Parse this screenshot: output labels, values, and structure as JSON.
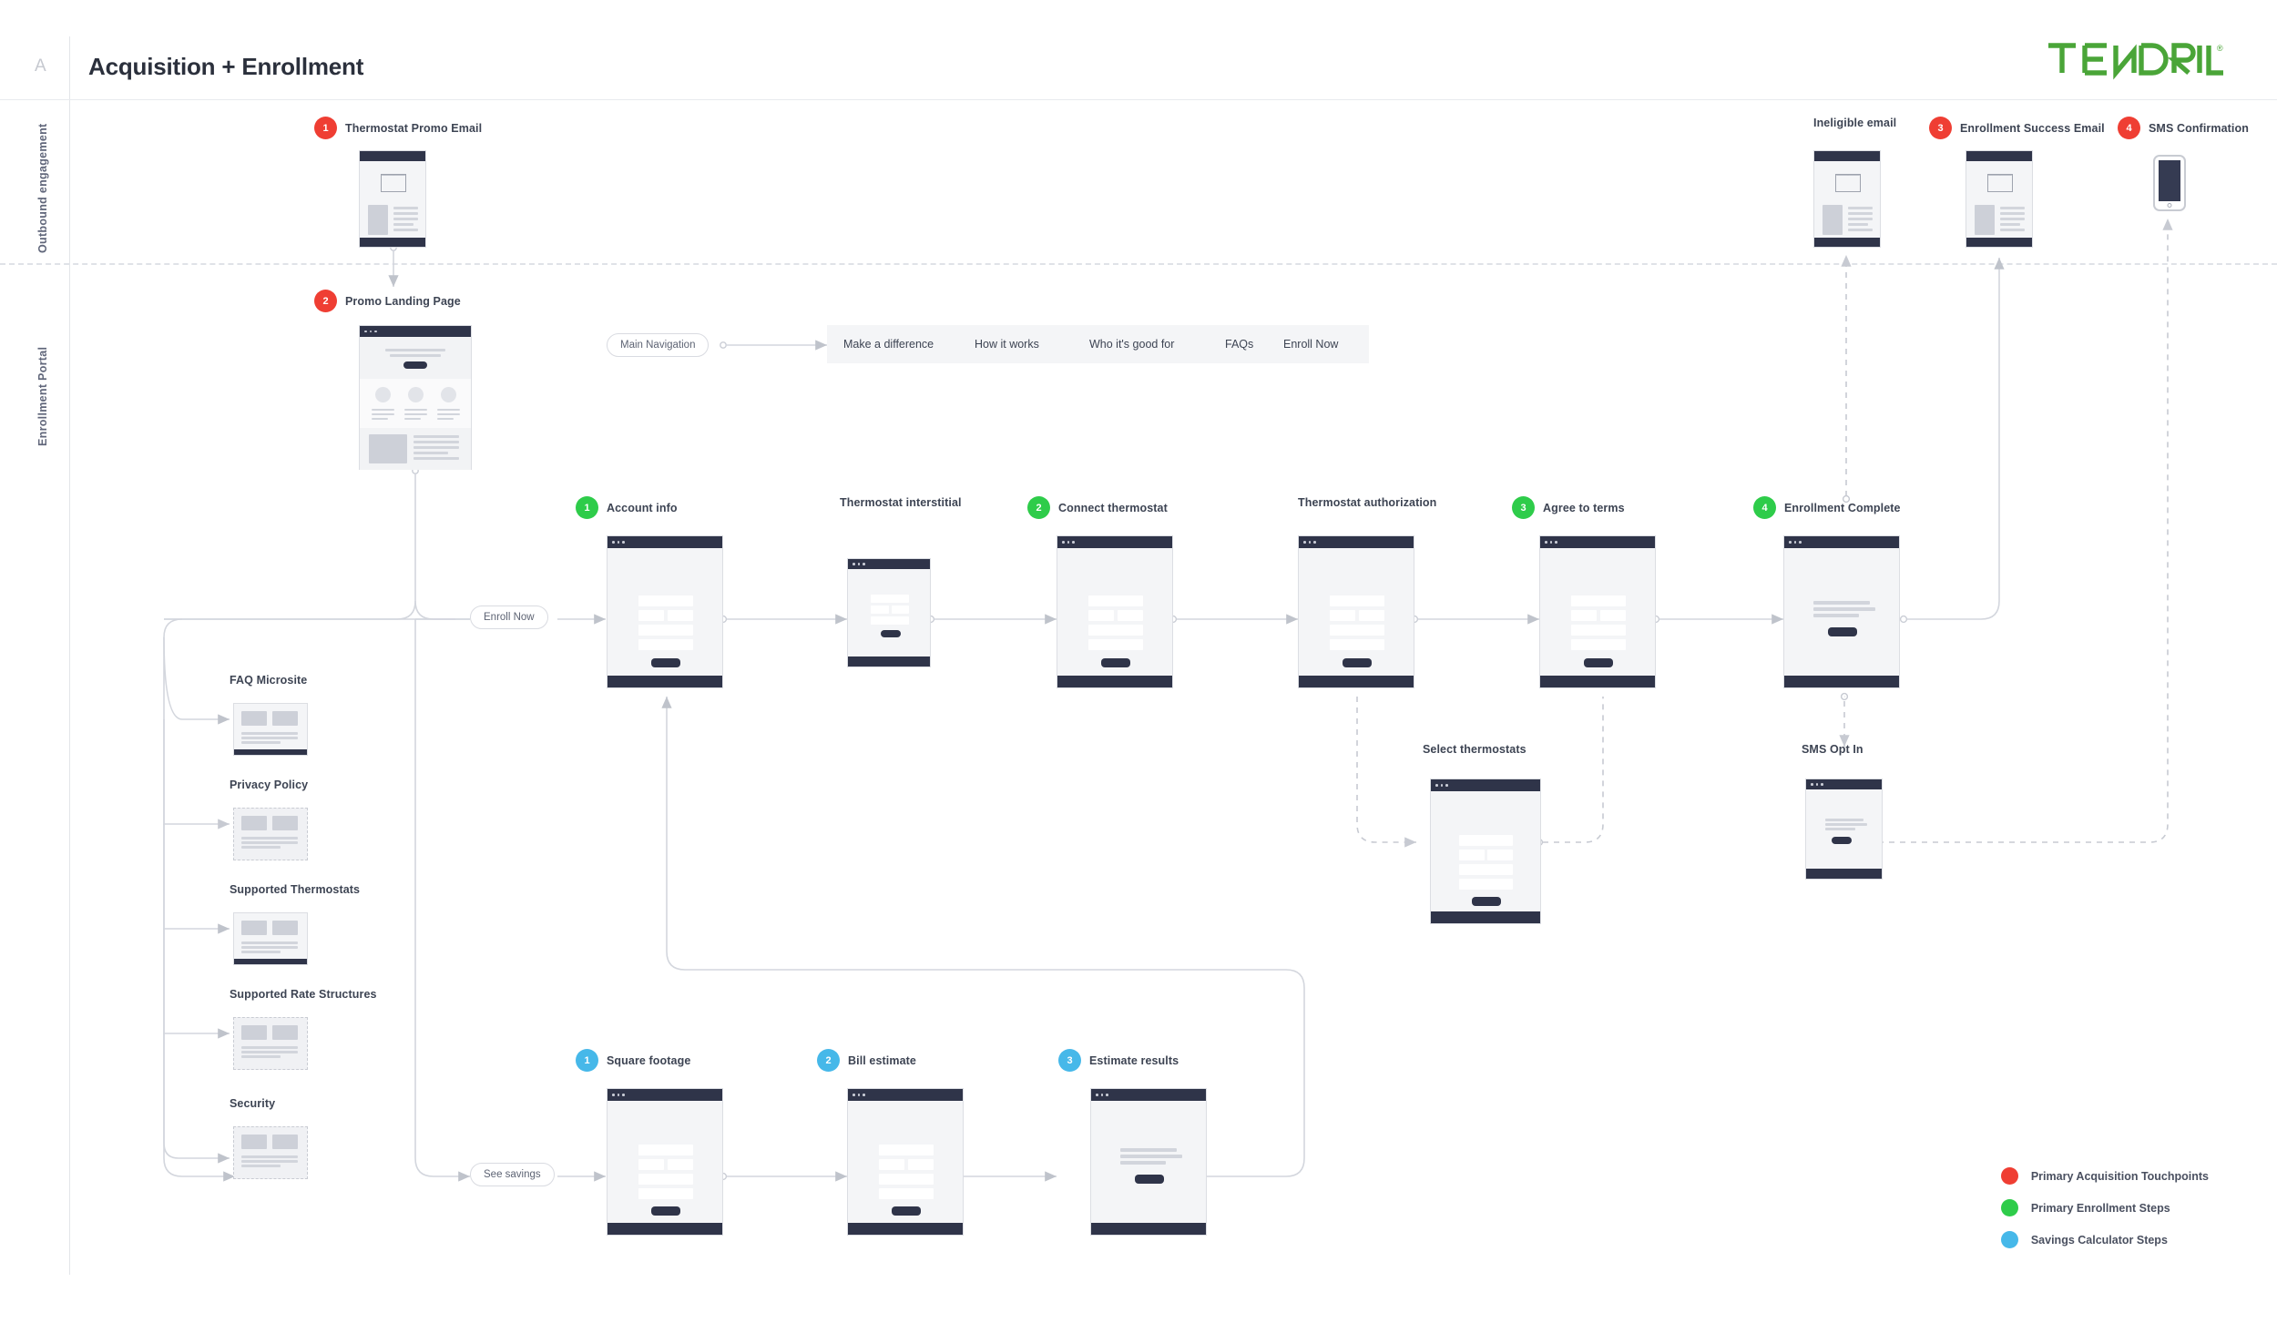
{
  "header": {
    "corner_label": "A",
    "title": "Acquisition + Enrollment",
    "brand": "TENDRIL",
    "brand_mark": "®",
    "brand_color": "#4aa538"
  },
  "bands": [
    {
      "id": "outbound",
      "label": "Outbound engagement"
    },
    {
      "id": "portal",
      "label": "Enrollment Portal"
    }
  ],
  "colors": {
    "acquisition": "#ef3e33",
    "enrollment": "#2ecc4a",
    "calculator": "#46b8e9",
    "wireframe_chrome": "#2f3449"
  },
  "outbound_nodes": [
    {
      "badge": "1",
      "badge_color": "red",
      "title": "Thermostat Promo Email"
    },
    {
      "badge": "",
      "badge_color": "",
      "title": "Ineligible email"
    },
    {
      "badge": "3",
      "badge_color": "red",
      "title": "Enrollment Success Email"
    },
    {
      "badge": "4",
      "badge_color": "red",
      "title": "SMS Confirmation"
    }
  ],
  "landing": {
    "badge": "2",
    "badge_color": "red",
    "title": "Promo Landing Page"
  },
  "main_navigation": {
    "pill_label": "Main Navigation",
    "items": [
      "Make a difference",
      "How it works",
      "Who it's good for",
      "FAQs",
      "Enroll Now"
    ]
  },
  "enrollment_flow": {
    "entry_pill": "Enroll Now",
    "steps": [
      {
        "badge": "1",
        "badge_color": "green",
        "title": "Account info"
      },
      {
        "badge": "",
        "badge_color": "",
        "title": "Thermostat interstitial"
      },
      {
        "badge": "2",
        "badge_color": "green",
        "title": "Connect thermostat"
      },
      {
        "badge": "",
        "badge_color": "",
        "title": "Thermostat authorization"
      },
      {
        "badge": "3",
        "badge_color": "green",
        "title": "Agree to terms"
      },
      {
        "badge": "4",
        "badge_color": "green",
        "title": "Enrollment Complete"
      }
    ]
  },
  "sub_nodes": [
    {
      "title": "Select thermostats"
    },
    {
      "title": "SMS Opt In"
    }
  ],
  "support_pages": [
    {
      "title": "FAQ Microsite",
      "style": "solid"
    },
    {
      "title": "Privacy Policy",
      "style": "dashed"
    },
    {
      "title": "Supported Thermostats",
      "style": "solid"
    },
    {
      "title": "Supported Rate Structures",
      "style": "dashed"
    },
    {
      "title": "Security",
      "style": "dashed"
    }
  ],
  "calculator_flow": {
    "entry_pill": "See savings",
    "steps": [
      {
        "badge": "1",
        "badge_color": "blue",
        "title": "Square footage"
      },
      {
        "badge": "2",
        "badge_color": "blue",
        "title": "Bill estimate"
      },
      {
        "badge": "3",
        "badge_color": "blue",
        "title": "Estimate results"
      }
    ]
  },
  "legend": [
    {
      "color": "#ef3e33",
      "label": "Primary Acquisition Touchpoints"
    },
    {
      "color": "#2ecc4a",
      "label": "Primary Enrollment Steps"
    },
    {
      "color": "#46b8e9",
      "label": "Savings Calculator Steps"
    }
  ]
}
